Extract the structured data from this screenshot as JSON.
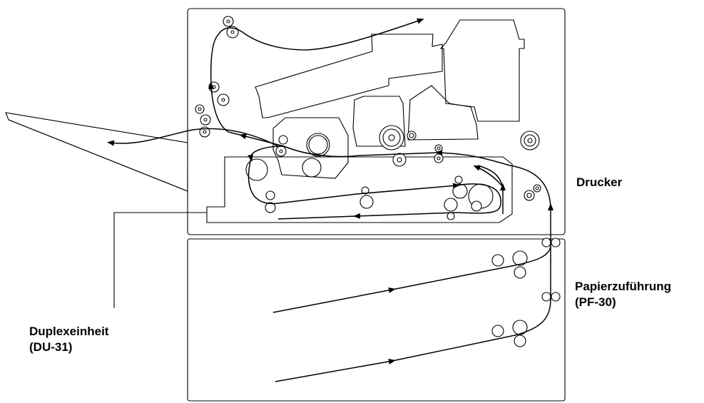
{
  "labels": {
    "printer": "Drucker",
    "paper_feeder": "Papierzuführung",
    "paper_feeder_model": "(PF-30)",
    "duplex_unit": "Duplexeinheit",
    "duplex_unit_model": "(DU-31)"
  }
}
